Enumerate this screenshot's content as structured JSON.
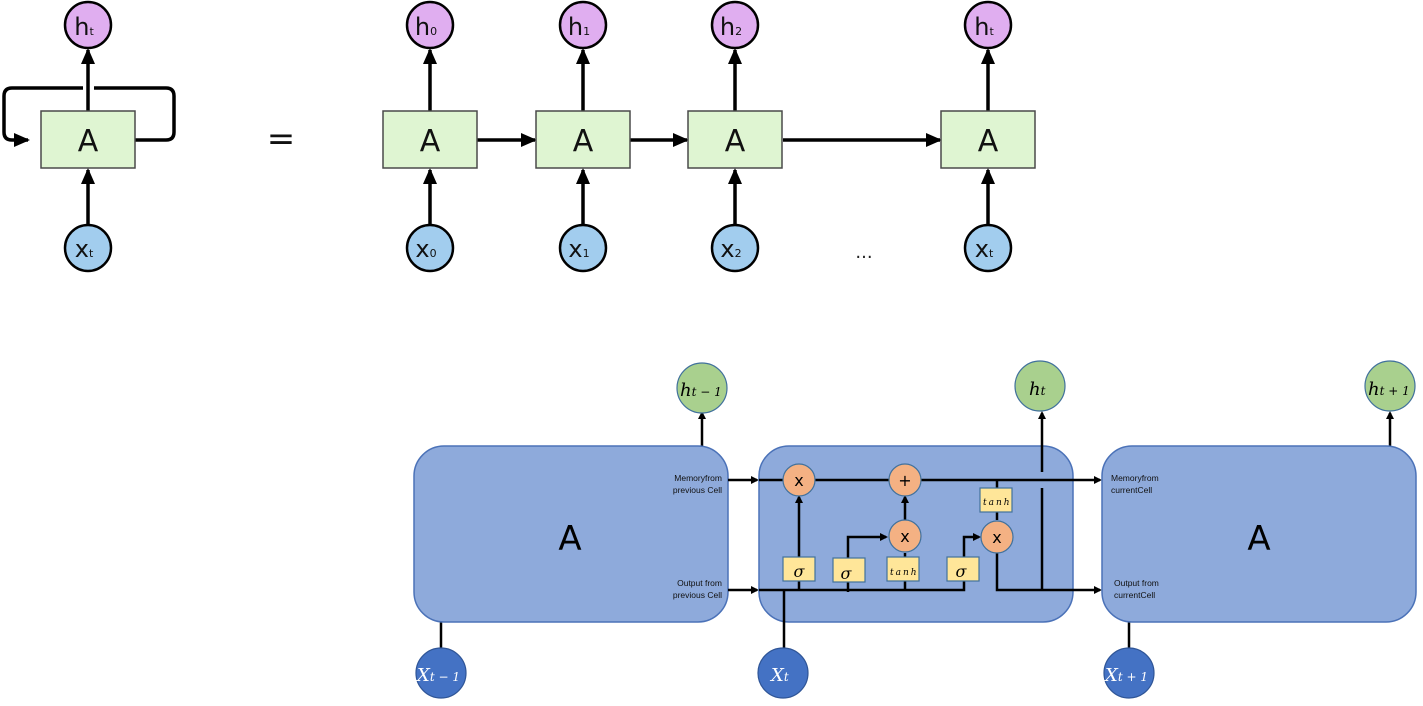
{
  "rolled_rnn": {
    "cell_label": "A",
    "output": {
      "main": "h",
      "sub": "t"
    },
    "input": {
      "main": "x",
      "sub": "t"
    }
  },
  "equals_sign": "=",
  "unrolled_rnn": {
    "steps": [
      {
        "cell_label": "A",
        "output": {
          "main": "h",
          "sub": "0"
        },
        "input": {
          "main": "x",
          "sub": "0"
        }
      },
      {
        "cell_label": "A",
        "output": {
          "main": "h",
          "sub": "1"
        },
        "input": {
          "main": "x",
          "sub": "1"
        }
      },
      {
        "cell_label": "A",
        "output": {
          "main": "h",
          "sub": "2"
        },
        "input": {
          "main": "x",
          "sub": "2"
        }
      },
      {
        "cell_label": "A",
        "output": {
          "main": "h",
          "sub": "t"
        },
        "input": {
          "main": "x",
          "sub": "t"
        }
      }
    ],
    "ellipsis": "..."
  },
  "lstm": {
    "prev_cell": {
      "label": "A",
      "memory_label": [
        "Memoryfrom",
        "previous Cell"
      ],
      "output_label": [
        "Output from",
        "previous Cell"
      ],
      "h": {
        "main": "h",
        "sub": "t − 1"
      },
      "x": {
        "main": "X",
        "sub": "t − 1"
      }
    },
    "current_cell": {
      "ops": {
        "forget_mult": "x",
        "add": "+",
        "input_mult": "x",
        "output_mult": "x"
      },
      "gates": {
        "forget": "σ",
        "input": "σ",
        "candidate": "tanh",
        "output": "σ",
        "cell_tanh": "tanh"
      },
      "h": {
        "main": "h",
        "sub": "t"
      },
      "x": {
        "main": "X",
        "sub": "t"
      }
    },
    "next_cell": {
      "label": "A",
      "memory_label": [
        "Memoryfrom",
        "currentCell"
      ],
      "output_label": [
        "Output from",
        "currentCell"
      ],
      "h": {
        "main": "h",
        "sub": "t + 1"
      },
      "x": {
        "main": "X",
        "sub": "t + 1"
      }
    }
  },
  "colors": {
    "rnn_cell_fill": "#dff5d2",
    "rnn_output_fill": "#e0aef0",
    "rnn_input_fill": "#a2cdee",
    "lstm_cell_fill": "#8eaadb",
    "lstm_h_fill": "#a9d08e",
    "lstm_x_fill": "#4472c4",
    "op_fill": "#f4b183",
    "gate_fill": "#ffe699"
  }
}
